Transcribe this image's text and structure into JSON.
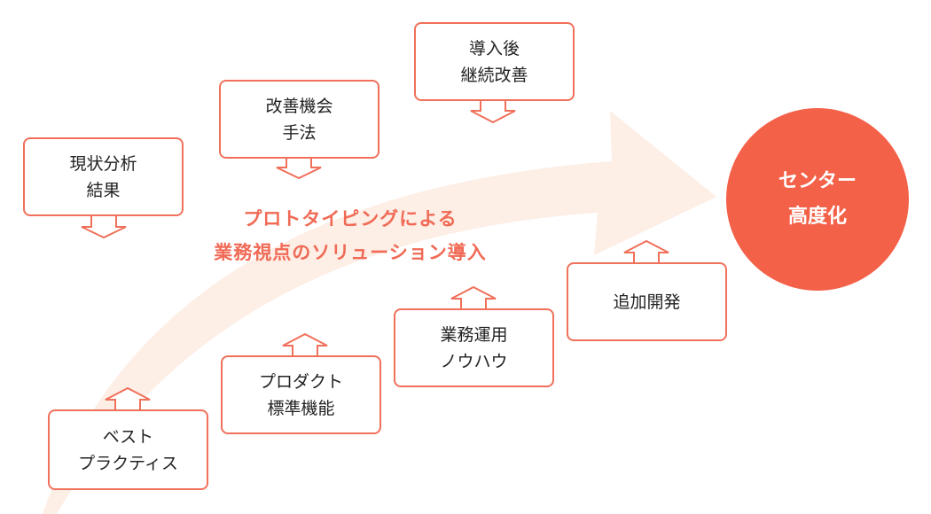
{
  "headline": {
    "line1": "プロトタイピングによる",
    "line2": "業務視点のソリューション導入"
  },
  "goal": {
    "line1": "センター",
    "line2": "高度化"
  },
  "top_boxes": [
    {
      "line1": "現状分析",
      "line2": "結果"
    },
    {
      "line1": "改善機会",
      "line2": "手法"
    },
    {
      "line1": "導入後",
      "line2": "継続改善"
    }
  ],
  "bottom_boxes": [
    {
      "line1": "ベスト",
      "line2": "プラクティス"
    },
    {
      "line1": "プロダクト",
      "line2": "標準機能"
    },
    {
      "line1": "業務運用",
      "line2": "ノウハウ"
    },
    {
      "line1": "追加開発",
      "line2": ""
    }
  ],
  "colors": {
    "accent": "#f0705a",
    "goal": "#f46149",
    "headline": "#f06a55",
    "arrow_fill": "#fdeee6"
  }
}
